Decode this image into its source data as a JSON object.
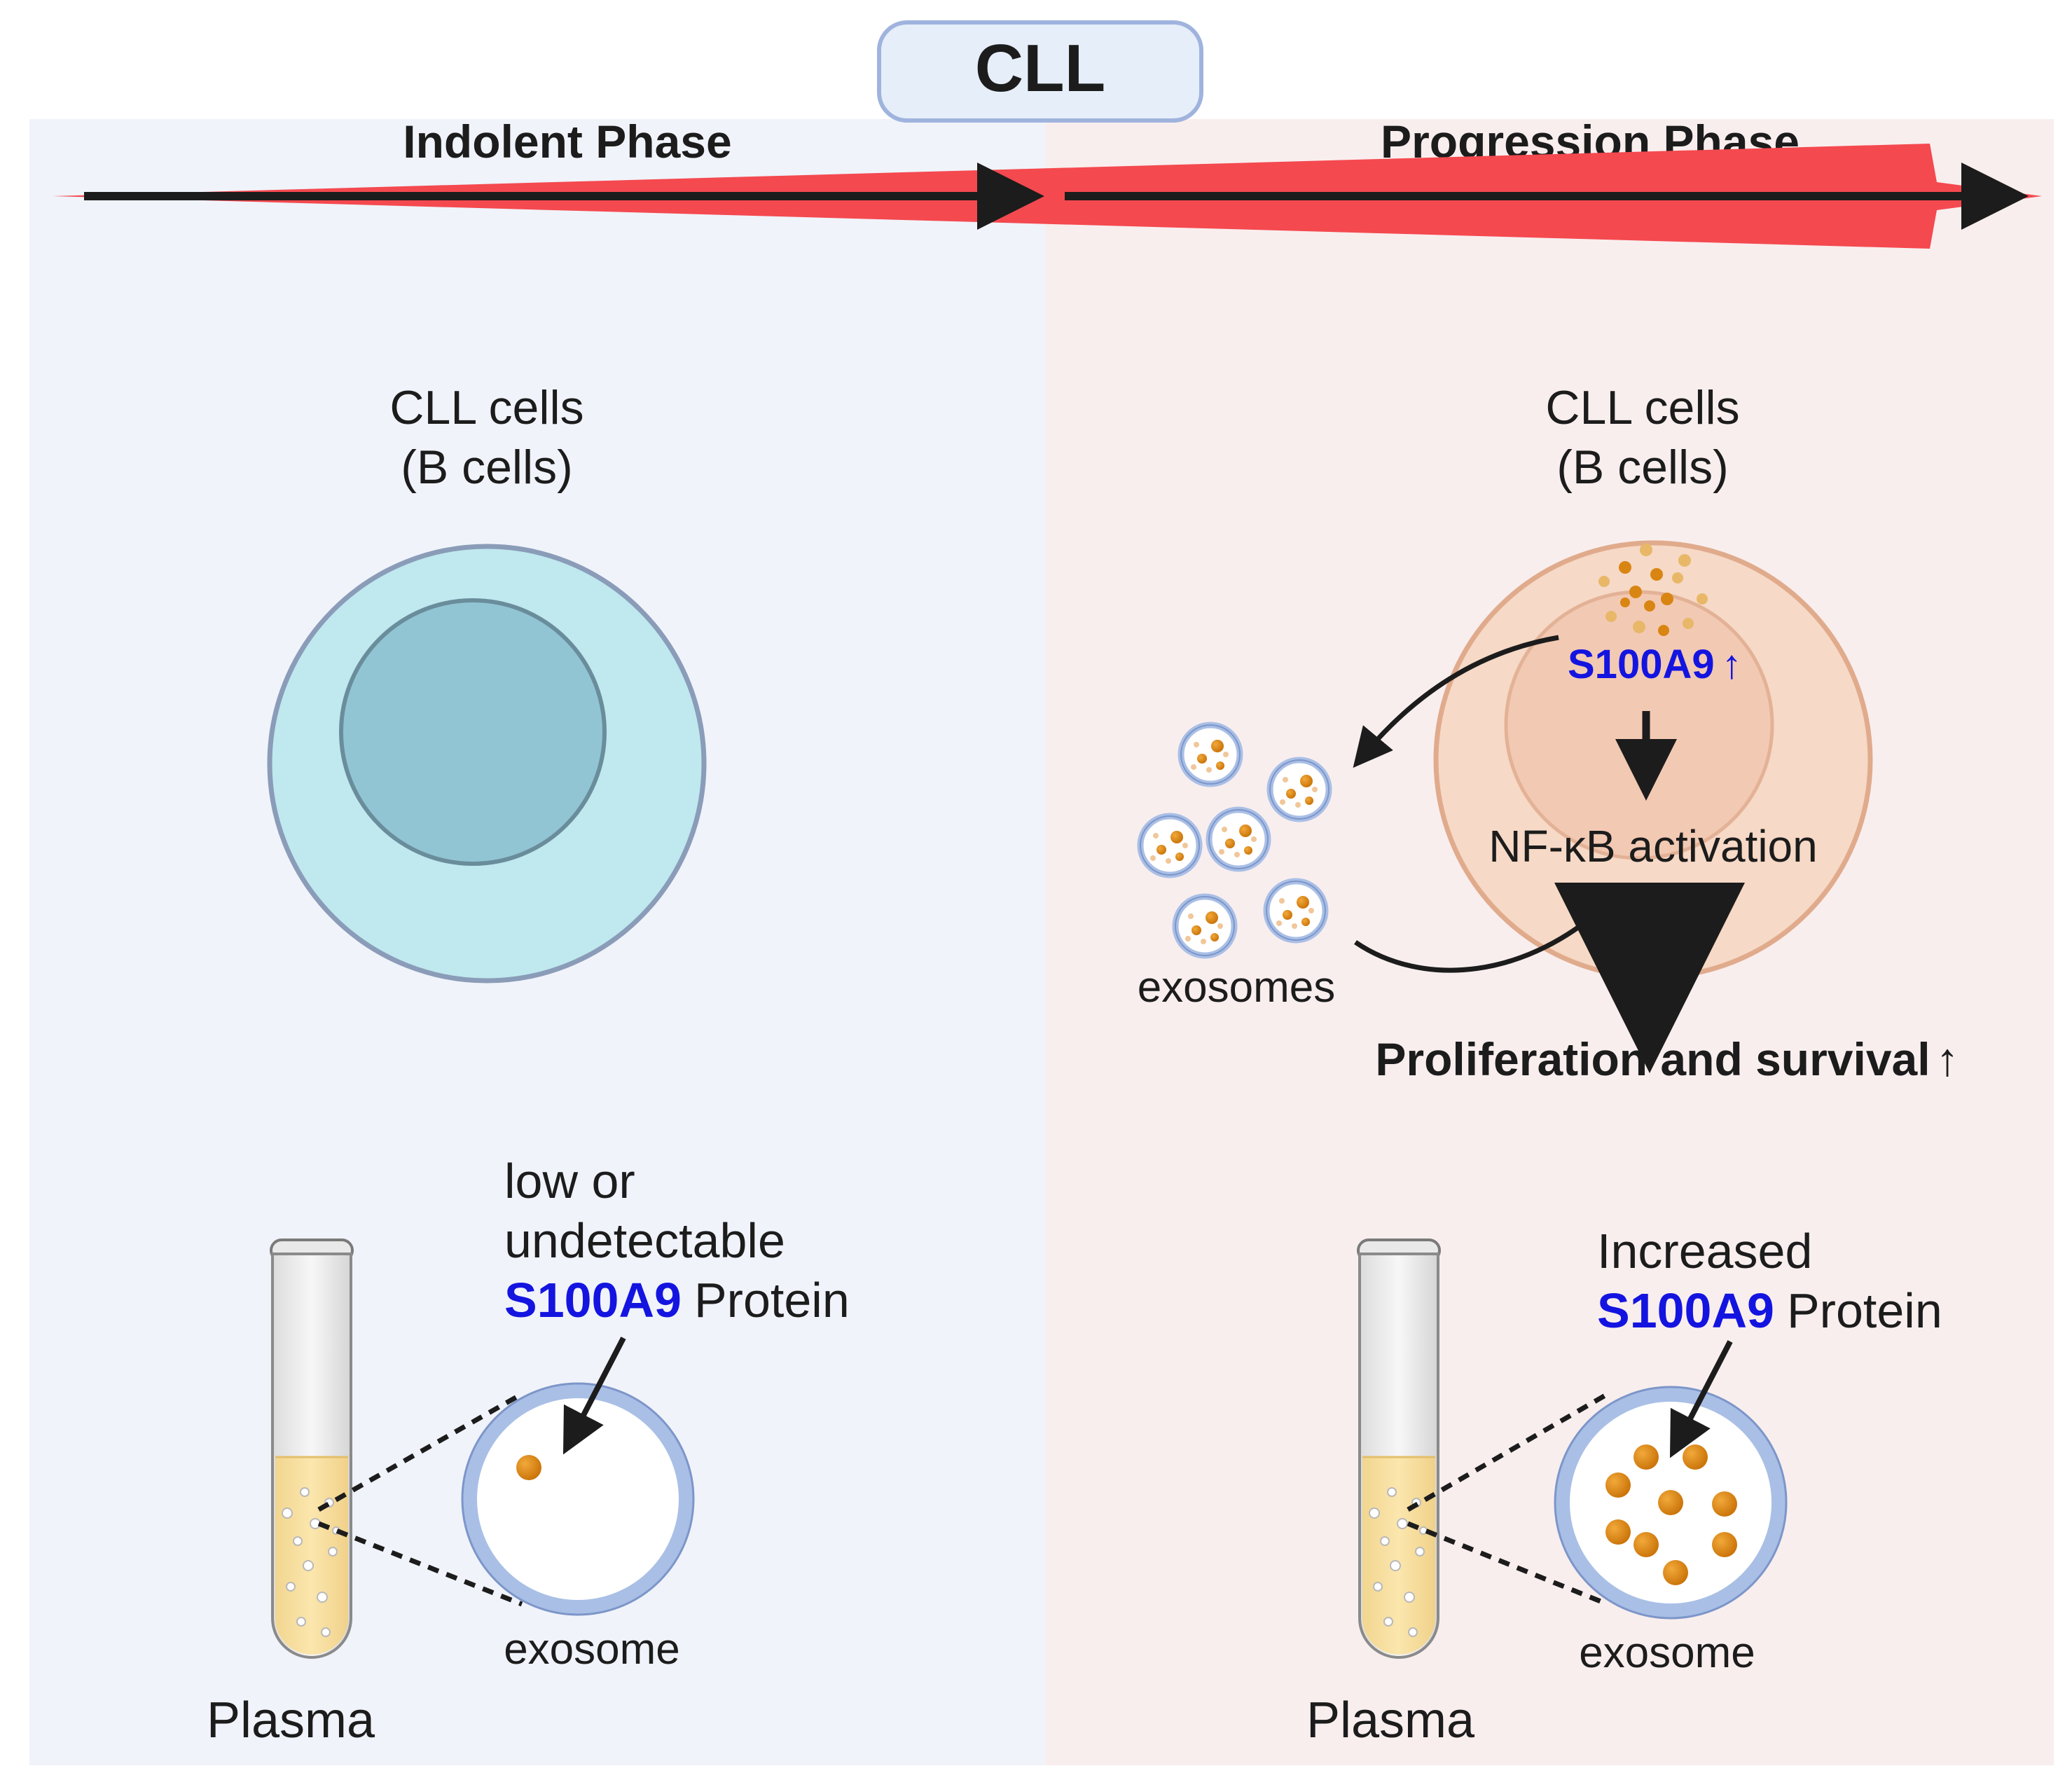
{
  "title": "CLL",
  "phases": {
    "indolent": {
      "label": "Indolent Phase",
      "cells_line1": "CLL cells",
      "cells_line2": "(B cells)",
      "protein_line1": "low or",
      "protein_line2": "undetectable",
      "protein_name": "S100A9",
      "protein_suffix": "Protein",
      "exosome_label": "exosome",
      "plasma_label": "Plasma"
    },
    "progression": {
      "label": "Progression Phase",
      "cells_line1": "CLL cells",
      "cells_line2": "(B cells)",
      "s100a9_label": "S100A9",
      "up_arrow": "↑",
      "nfkb_label": "NF-κB activation",
      "exosomes_label": "exosomes",
      "outcome_label": "Proliferation and survival",
      "outcome_arrow": "↑",
      "protein_line1": "Increased",
      "protein_name": "S100A9",
      "protein_suffix": "Protein",
      "exosome_label": "exosome",
      "plasma_label": "Plasma"
    }
  },
  "colors": {
    "indolent_bg": "#f0f3fa",
    "progression_bg": "#f9eeee",
    "timeline_red": "#f4494f",
    "s100a9_blue": "#1414e0",
    "cell_cyan": "#bfe8ef",
    "nucleus_teal": "#92c5d4",
    "cell_peach": "#f6d9c6",
    "protein_orange": "#d98512"
  },
  "icons": [
    "cell-icon",
    "nucleus-icon",
    "exosome-icon",
    "test-tube-icon",
    "protein-dot-icon",
    "arrow-icon"
  ]
}
